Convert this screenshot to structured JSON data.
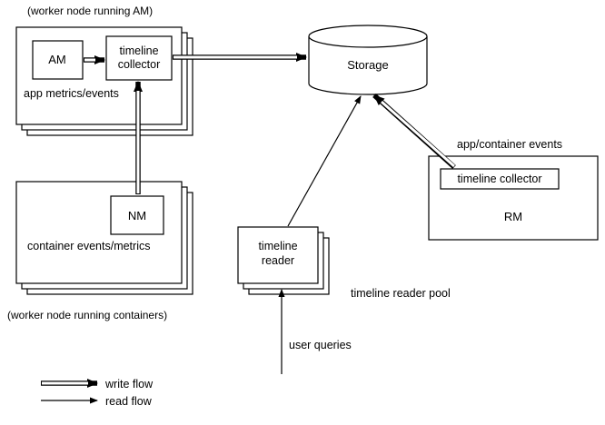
{
  "colors": {
    "stroke": "#000000",
    "fill": "#ffffff",
    "background": "#ffffff"
  },
  "labels": {
    "worker_am_caption": "(worker node running AM)",
    "am": "AM",
    "am_timeline_collector_line1": "timeline",
    "am_timeline_collector_line2": "collector",
    "app_metrics_events": "app metrics/events",
    "storage": "Storage",
    "app_container_events": "app/container events",
    "rm_timeline_collector": "timeline collector",
    "rm": "RM",
    "nm": "NM",
    "container_events_metrics": "container events/metrics",
    "worker_containers_caption": "(worker node running containers)",
    "timeline_reader_line1": "timeline",
    "timeline_reader_line2": "reader",
    "timeline_reader_pool": "timeline reader pool",
    "user_queries": "user queries"
  },
  "legend": {
    "write_flow": "write flow",
    "read_flow": "read flow"
  },
  "edges": [
    {
      "from": "AM",
      "to": "timeline collector (AM worker)",
      "type": "write"
    },
    {
      "from": "timeline collector (AM worker)",
      "to": "Storage",
      "type": "write"
    },
    {
      "from": "NM",
      "to": "timeline collector (AM worker)",
      "type": "write"
    },
    {
      "from": "timeline collector (RM)",
      "to": "Storage",
      "type": "write"
    },
    {
      "from": "timeline reader",
      "to": "Storage",
      "type": "read"
    },
    {
      "from": "user queries",
      "to": "timeline reader",
      "type": "read"
    }
  ]
}
